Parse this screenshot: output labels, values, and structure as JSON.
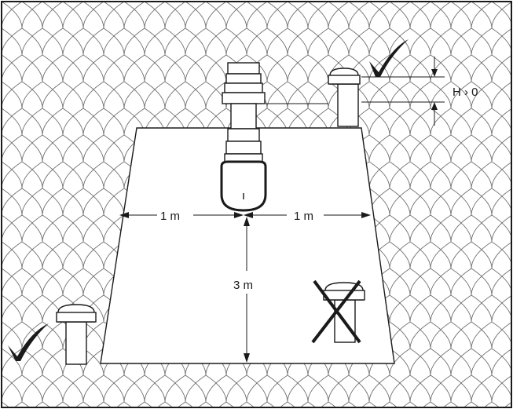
{
  "labels": {
    "height": "H › 0",
    "left_distance": "1 m",
    "right_distance": "1 m",
    "vertical_distance": "3 m"
  },
  "symbols": {
    "correct_top": "check-mark-icon",
    "correct_bottom": "check-mark-icon",
    "incorrect": "cross-icon"
  }
}
